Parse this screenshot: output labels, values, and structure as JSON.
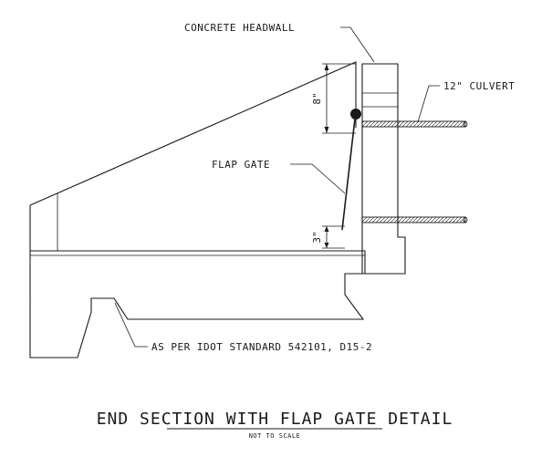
{
  "labels": {
    "headwall": "CONCRETE HEADWALL",
    "culvert": "12\" CULVERT",
    "flap_gate": "FLAP GATE",
    "standard": "AS PER IDOT STANDARD 542101, D15-2",
    "dim_upper": "8\"",
    "dim_lower": "3\""
  },
  "title": {
    "main": "END SECTION WITH FLAP GATE DETAIL",
    "sub": "NOT TO SCALE"
  }
}
